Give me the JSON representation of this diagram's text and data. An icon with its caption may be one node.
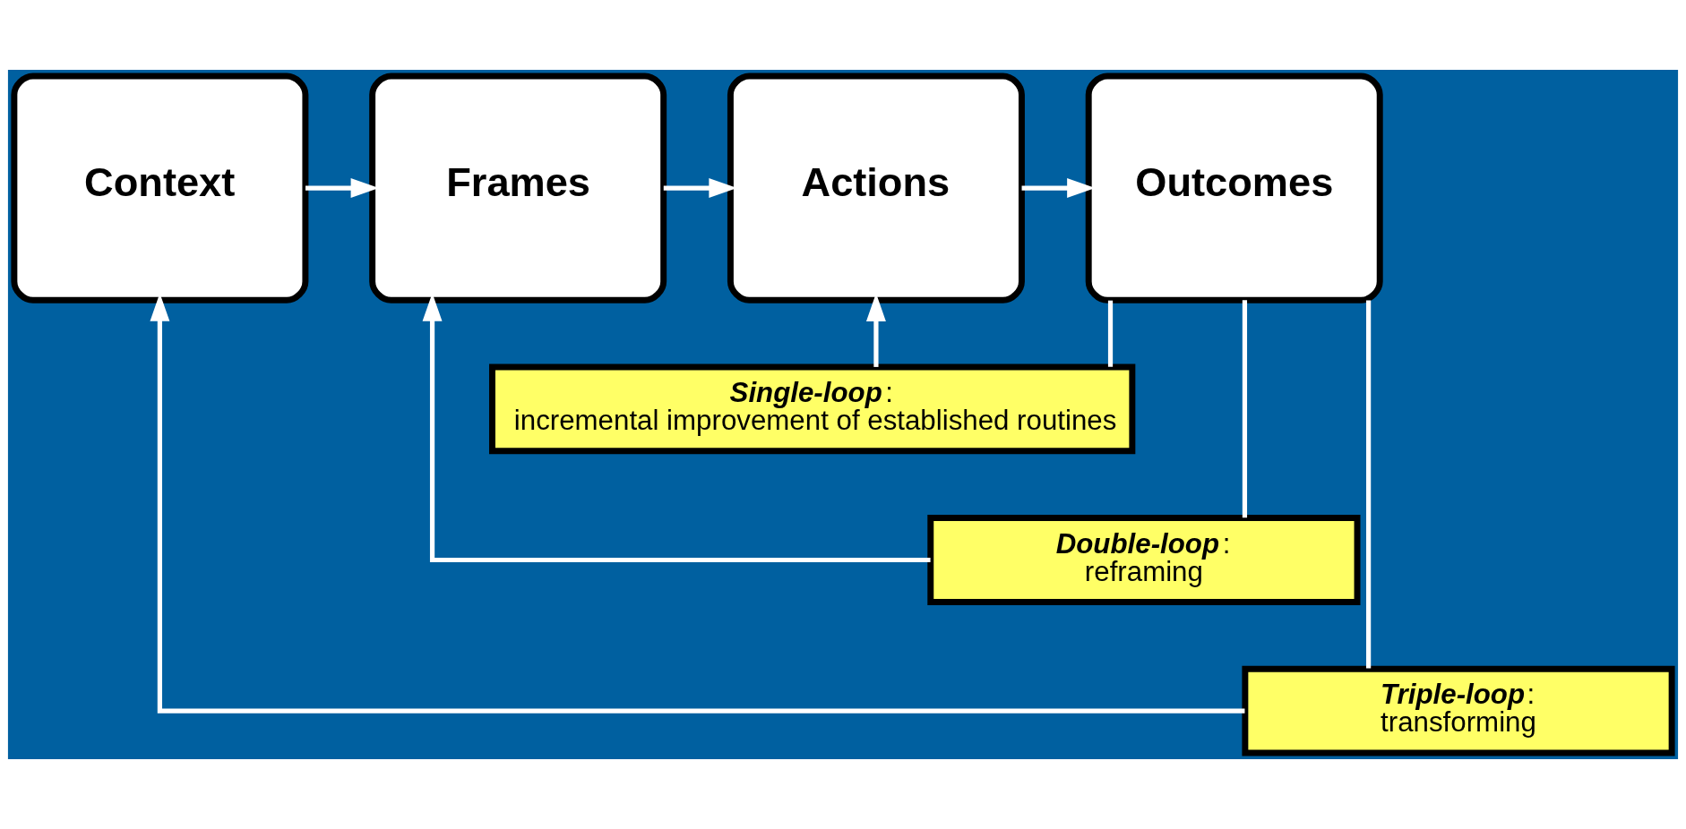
{
  "diagram": {
    "nodes": [
      {
        "text": [
          "Context"
        ]
      },
      {
        "text": [
          "Frames"
        ]
      },
      {
        "text": [
          "Actions"
        ]
      },
      {
        "text": [
          "Outcomes"
        ]
      },
      {
        "text": [
          "**Single-loop**:",
          "incremental improvement of established routines"
        ]
      },
      {
        "text": [
          "**Double-loop**:",
          "reframing"
        ]
      },
      {
        "text": [
          "**Triple-loop**:",
          "transforming"
        ]
      }
    ],
    "edges": [
      {
        "from": 0,
        "to": 1,
        "arrow": "to"
      },
      {
        "from": 1,
        "to": 2,
        "arrow": "to"
      },
      {
        "from": 2,
        "to": 3,
        "arrow": "to"
      },
      {
        "from": 3,
        "to": 4,
        "arrow": "none"
      },
      {
        "from": 4,
        "to": 2,
        "arrow": "to"
      },
      {
        "from": 3,
        "to": 5,
        "arrow": "none"
      },
      {
        "from": 5,
        "to": 1,
        "arrow": "to"
      },
      {
        "from": 3,
        "to": 6,
        "arrow": "none"
      },
      {
        "from": 6,
        "to": 0,
        "arrow": "to"
      }
    ]
  }
}
